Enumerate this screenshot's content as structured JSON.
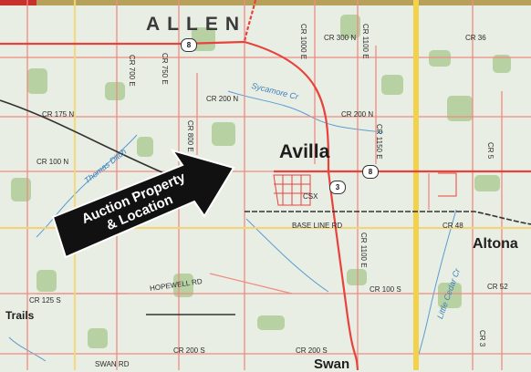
{
  "colors": {
    "background": "#e9eee4",
    "forest": "#b7d1a3",
    "highway": "#e8423c",
    "county_road": "#f08a82",
    "state_highway": "#f2d24a",
    "water": "#5a9bd2",
    "railroad": "#333333",
    "callout": "#111111"
  },
  "places": {
    "allen": "ALLEN",
    "avilla": "Avilla",
    "altona": "Altona",
    "trails": "Trails",
    "swan": "Swan"
  },
  "callout": {
    "line1": "Auction Property",
    "line2": "& Location"
  },
  "roads": {
    "cr300n": "CR 300 N",
    "cr36": "CR 36",
    "cr200n_w": "CR 200 N",
    "cr200n_e": "CR 200 N",
    "cr175n": "CR 175 N",
    "cr100n": "CR 100 N",
    "baseline": "BASE LINE RD",
    "cr48": "CR 48",
    "cr125s": "CR 125 S",
    "hopewell": "HOPEWELL RD",
    "cr100s": "CR 100 S",
    "cr52": "CR 52",
    "cr200s_w": "CR 200 S",
    "cr200s_e": "CR 200 S",
    "swan_rd": "SWAN RD",
    "cr700e": "CR 700 E",
    "cr750e": "CR 750 E",
    "cr800e": "CR 800 E",
    "cr1000e": "CR 1000 E",
    "cr1100e_n": "CR 1100 E",
    "cr1150e": "CR 1150 E",
    "cr1100e_s": "CR 1100 E",
    "cr5": "CR 5",
    "cr3": "CR 3",
    "csx": "CSX"
  },
  "water": {
    "sycamore": "Sycamore Cr",
    "thomas": "Thomas Ditch",
    "little_cedar": "Little Cedar Cr"
  },
  "shields": {
    "route8_north": "8",
    "route8_east": "8",
    "route3": "3"
  }
}
